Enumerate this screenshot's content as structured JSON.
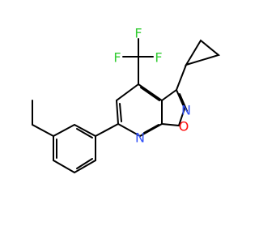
{
  "molecule": {
    "atoms": {
      "fluorine": [
        "F",
        "F",
        "F"
      ],
      "nitrogen": [
        "N",
        "N"
      ],
      "oxygen": [
        "O"
      ]
    },
    "colors": {
      "bond": "#000000",
      "fluorine": "#33cc33",
      "nitrogen": "#3050f8",
      "oxygen": "#ff0d0d"
    }
  }
}
